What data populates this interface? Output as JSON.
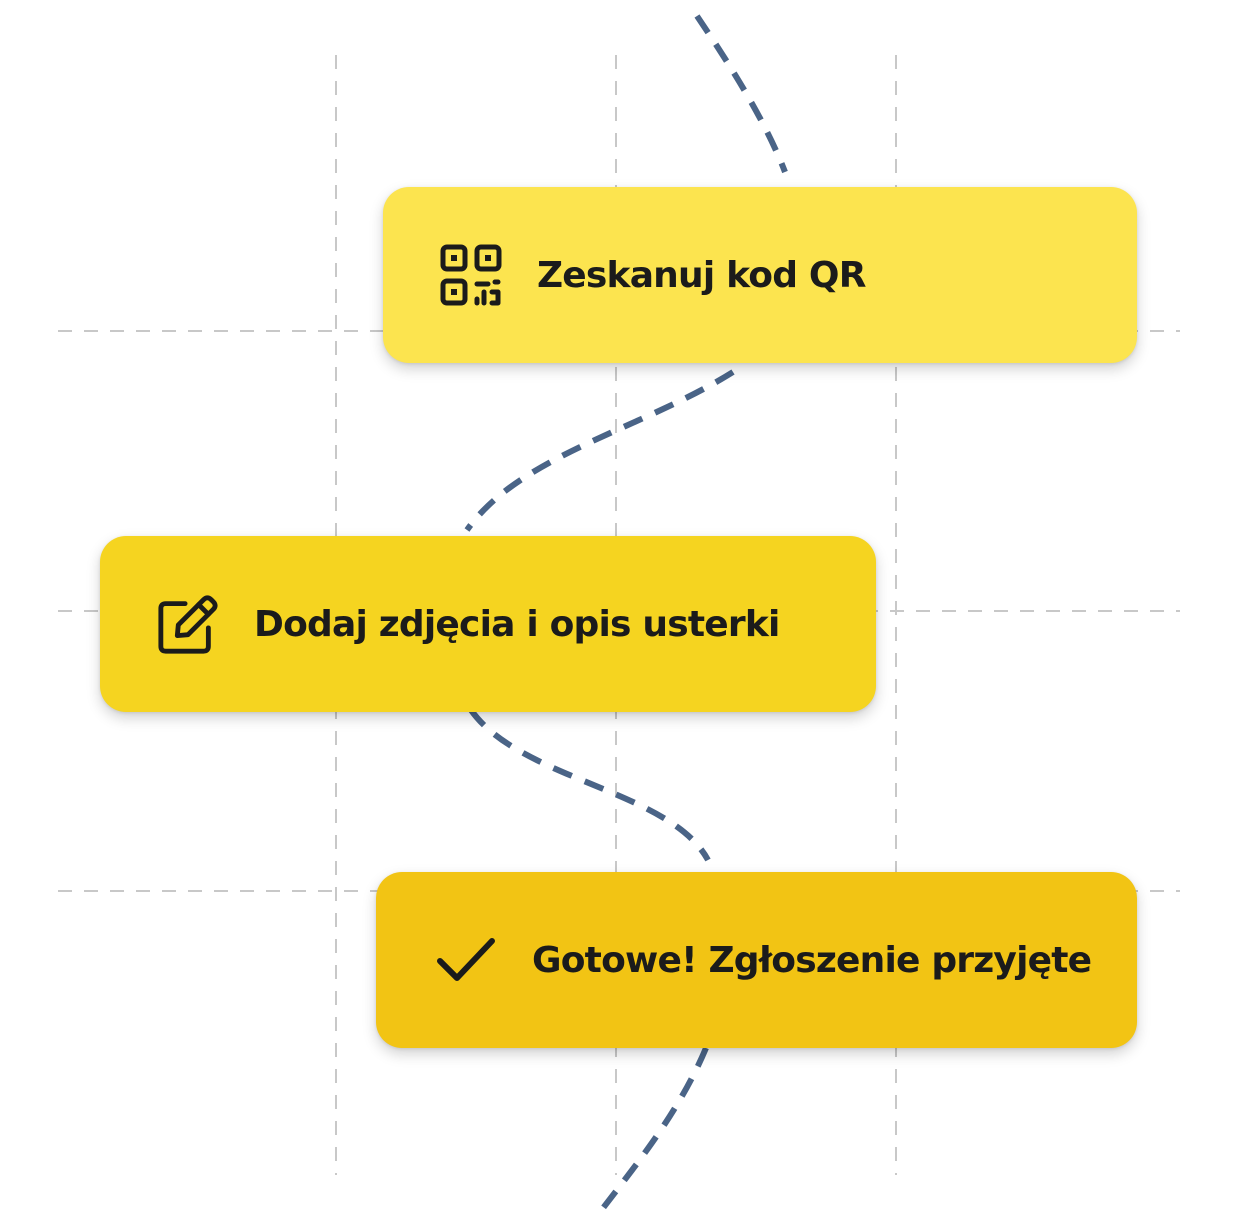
{
  "steps": [
    {
      "icon": "qr-code-icon",
      "label": "Zeskanuj kod QR"
    },
    {
      "icon": "edit-pencil-icon",
      "label": "Dodaj zdjęcia i opis usterki"
    },
    {
      "icon": "checkmark-icon",
      "label": "Gotowe! Zgłoszenie przyjęte"
    }
  ],
  "colors": {
    "step_1_background": "#fce44f",
    "step_2_background": "#f5d420",
    "step_3_background": "#f2c414",
    "connector": "#4a6487",
    "grid": "#c4c4c4",
    "text": "#1b1b1b"
  }
}
